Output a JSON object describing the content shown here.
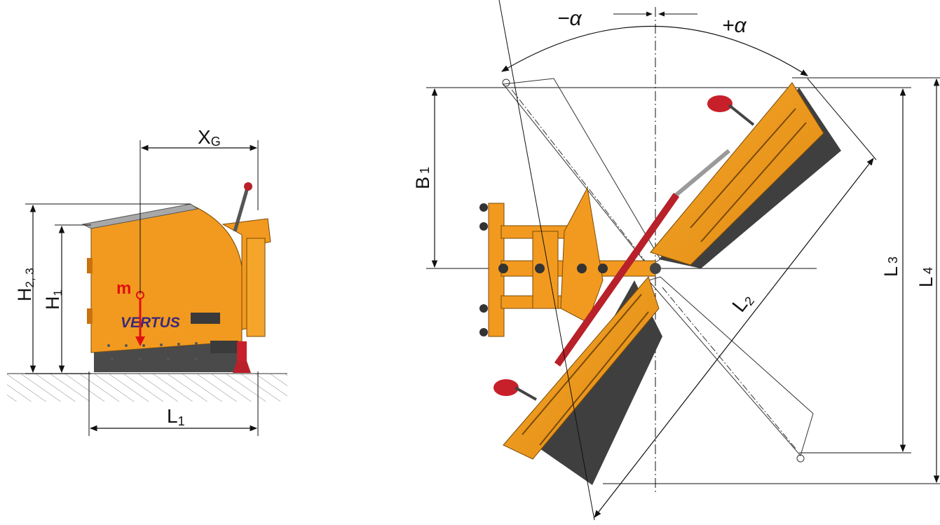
{
  "side_view": {
    "dimensions": {
      "xg": {
        "main": "X",
        "sub": "G"
      },
      "h23": {
        "main": "H",
        "sub": "2, 3"
      },
      "h1": {
        "main": "H",
        "sub": "1"
      },
      "l1": {
        "main": "L",
        "sub": "1"
      }
    },
    "mass_label": "m",
    "brand_label": "VERTUS"
  },
  "top_view": {
    "angles": {
      "minus": "−α",
      "plus": "+α"
    },
    "dimensions": {
      "b1": {
        "main": "B",
        "sub": "1"
      },
      "l2": {
        "main": "L",
        "sub": "2"
      },
      "l3": {
        "main": "L",
        "sub": "3"
      },
      "l4": {
        "main": "L",
        "sub": "4"
      }
    }
  },
  "colors": {
    "blade_orange": "#f29a1f",
    "blade_dark_orange": "#c9720e",
    "rubber_edge": "#444444",
    "cylinder_red": "#b8202a",
    "mass_arrow": "#e01010"
  }
}
